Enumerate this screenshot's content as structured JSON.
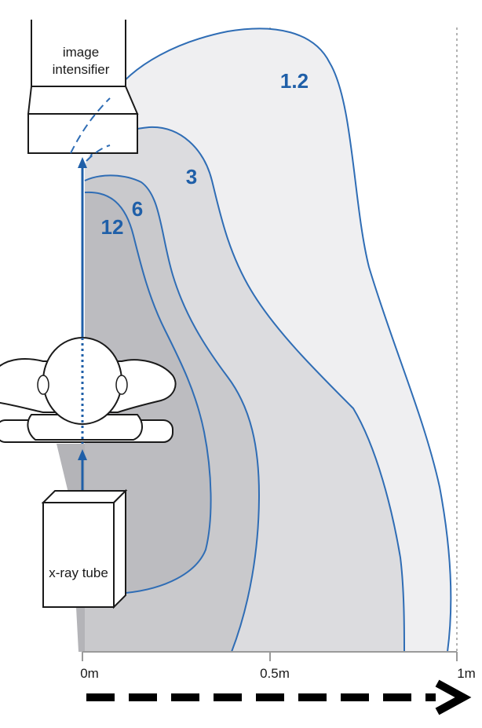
{
  "labels": {
    "image_intensifier_line1": "image",
    "image_intensifier_line2": "intensifier",
    "xray_tube": "x-ray tube"
  },
  "contours": [
    {
      "value": "1.2"
    },
    {
      "value": "3"
    },
    {
      "value": "6"
    },
    {
      "value": "12"
    }
  ],
  "axis": {
    "ticks": [
      "0m",
      "0.5m",
      "1m"
    ]
  },
  "colors": {
    "contour_line": "#2f6db5",
    "contour_label": "#1f5fa8",
    "beam": "#1f5fa8",
    "zone_outer": "#efeff1",
    "zone_mid": "#dcdcdf",
    "zone_inner": "#c9c9cc",
    "zone_core": "#bcbcc0",
    "outline": "#1a1a1a"
  }
}
